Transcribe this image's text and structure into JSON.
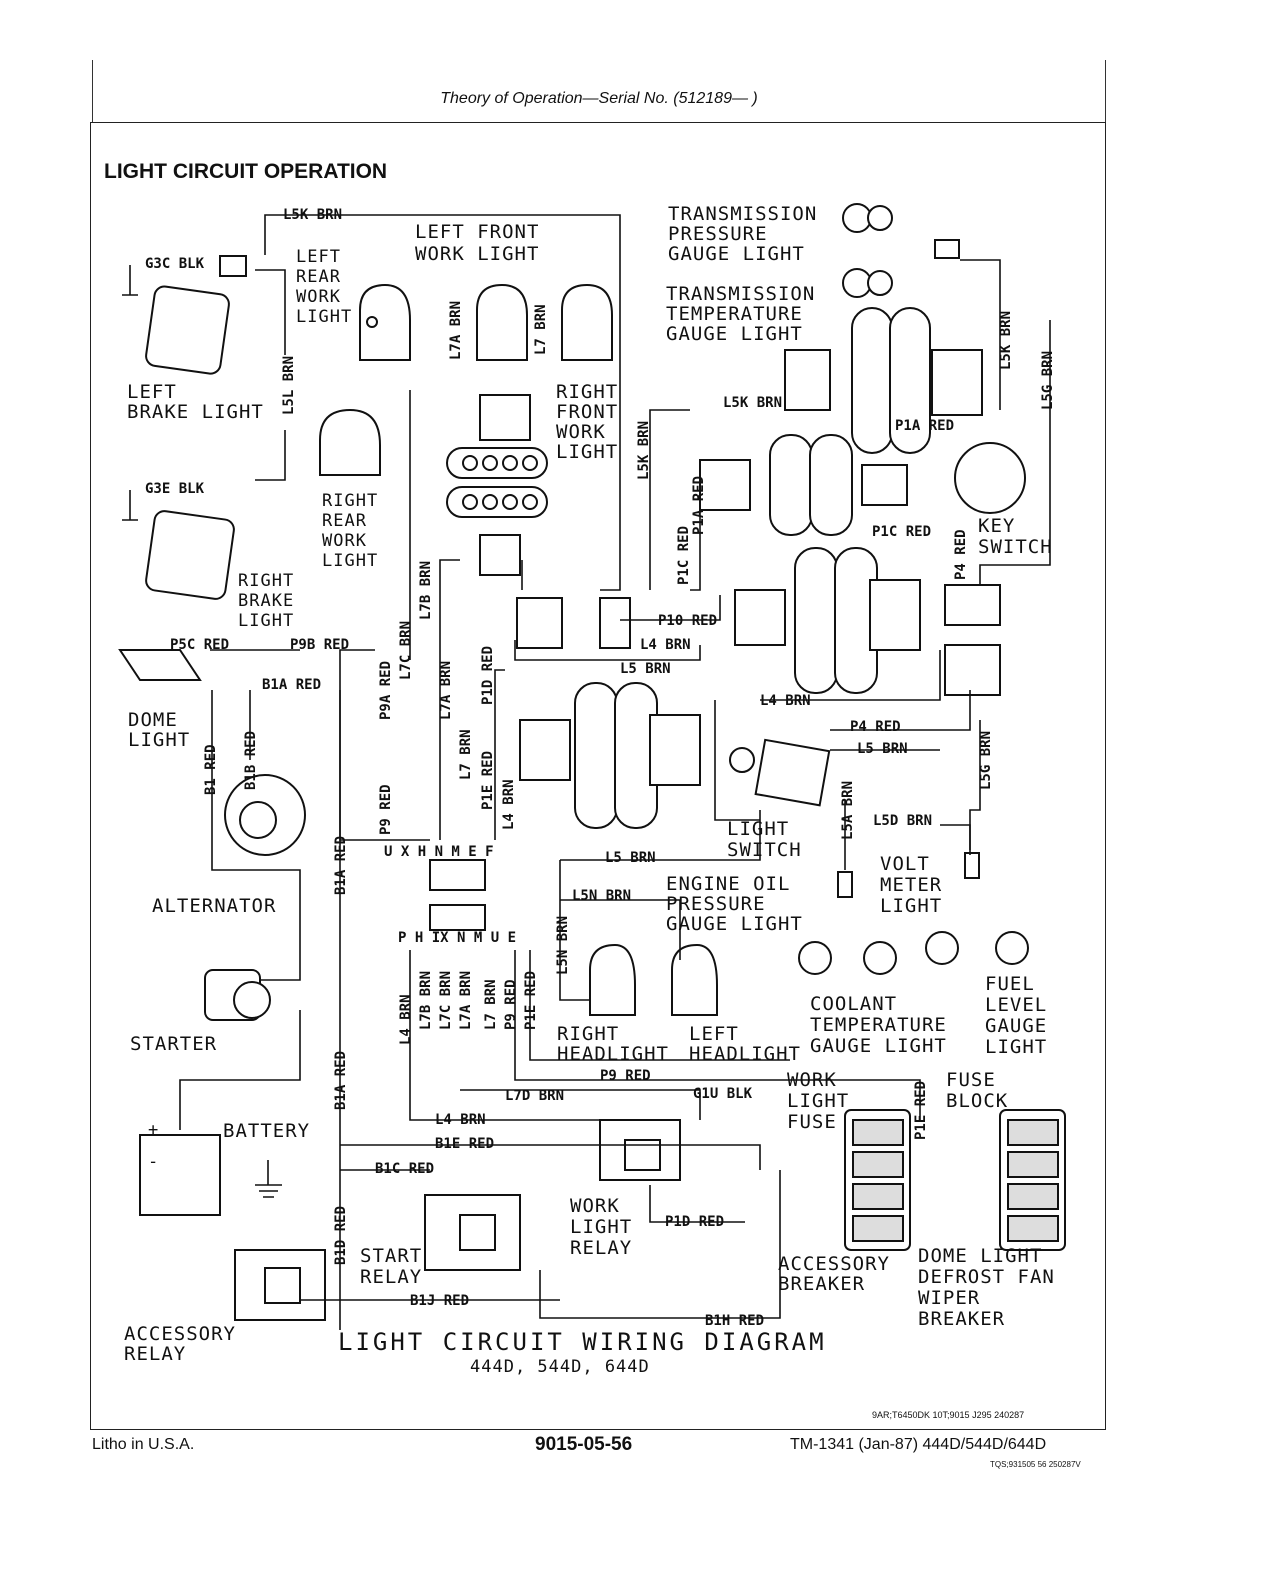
{
  "header": {
    "text": "Theory of Operation—Serial No. (512189—          )"
  },
  "section_title": "LIGHT CIRCUIT OPERATION",
  "diagram_title": "LIGHT CIRCUIT WIRING DIAGRAM",
  "diagram_models": "444D, 544D, 644D",
  "frame_code": "9AR;T6450DK 10T;9015 J295 240287",
  "footer": {
    "left": "Litho in U.S.A.",
    "center": "9015-05-56",
    "right": "TM-1341 (Jan-87) 444D/544D/644D",
    "tiny": "TQS;931505 56 250287V"
  },
  "components": {
    "left_brake_light": [
      "LEFT",
      "BRAKE LIGHT"
    ],
    "left_rear_work_light": [
      "LEFT",
      "REAR",
      "WORK",
      "LIGHT"
    ],
    "left_front_work_light": [
      "LEFT FRONT",
      "WORK LIGHT"
    ],
    "right_front_work_light": [
      "RIGHT",
      "FRONT",
      "WORK",
      "LIGHT"
    ],
    "right_rear_work_light": [
      "RIGHT",
      "REAR",
      "WORK",
      "LIGHT"
    ],
    "right_brake_light": [
      "RIGHT",
      "BRAKE",
      "LIGHT"
    ],
    "dome_light": [
      "DOME",
      "LIGHT"
    ],
    "alternator": "ALTERNATOR",
    "starter": "STARTER",
    "battery": "BATTERY",
    "start_relay": [
      "START",
      "RELAY"
    ],
    "accessory_relay": [
      "ACCESSORY",
      "RELAY"
    ],
    "work_light_relay": [
      "WORK",
      "LIGHT",
      "RELAY"
    ],
    "work_light_fuse": [
      "WORK",
      "LIGHT",
      "FUSE"
    ],
    "accessory_breaker": [
      "ACCESSORY",
      "BREAKER"
    ],
    "fuse_block": [
      "FUSE",
      "BLOCK"
    ],
    "dome_light_defrost": [
      "DOME LIGHT",
      "DEFROST FAN",
      "WIPER",
      "BREAKER"
    ],
    "transmission_pressure": [
      "TRANSMISSION",
      "PRESSURE",
      "GAUGE LIGHT"
    ],
    "transmission_temperature": [
      "TRANSMISSION",
      "TEMPERATURE",
      "GAUGE LIGHT"
    ],
    "key_switch": [
      "KEY",
      "SWITCH"
    ],
    "light_switch": [
      "LIGHT",
      "SWITCH"
    ],
    "engine_oil": [
      "ENGINE OIL",
      "PRESSURE",
      "GAUGE LIGHT"
    ],
    "volt_meter": [
      "VOLT",
      "METER",
      "LIGHT"
    ],
    "coolant": [
      "COOLANT",
      "TEMPERATURE",
      "GAUGE LIGHT"
    ],
    "fuel_level": [
      "FUEL",
      "LEVEL",
      "GAUGE",
      "LIGHT"
    ],
    "right_headlight": [
      "RIGHT",
      "HEADLIGHT"
    ],
    "left_headlight": [
      "LEFT",
      "HEADLIGHT"
    ]
  },
  "wires": {
    "L5K_BRN": "L5K BRN",
    "G3C_BLK": "G3C BLK",
    "G3E_BLK": "G3E BLK",
    "L5L_BRN": "L5L BRN",
    "L7A_BRN": "L7A BRN",
    "L7_BRN": "L7 BRN",
    "L7B_BRN": "L7B BRN",
    "L7C_BRN": "L7C BRN",
    "P5C_RED": "P5C RED",
    "P9B_RED": "P9B RED",
    "B1A_RED": "B1A RED",
    "B1_RED": "B1 RED",
    "B1B_RED": "B1B RED",
    "P9A_RED": "P9A RED",
    "P9_RED": "P9 RED",
    "P1D_RED": "P1D RED",
    "P1E_RED": "P1E RED",
    "L4_BRN": "L4 BRN",
    "L5_BRN": "L5 BRN",
    "P1C_RED": "P1C RED",
    "P1A_RED": "P1A RED",
    "P10_RED": "P10 RED",
    "P4_RED": "P4 RED",
    "L5A_BRN": "L5A BRN",
    "L5D_BRN": "L5D BRN",
    "L5G_BRN": "L5G BRN",
    "L5N_BRN": "L5N BRN",
    "L7D_BRN": "L7D BRN",
    "G1U_BLK": "G1U BLK",
    "B1E_RED": "B1E RED",
    "B1C_RED": "B1C RED",
    "B1D_RED": "B1D RED",
    "B1J_RED": "B1J RED",
    "B1H_RED": "B1H RED",
    "P1E_RED_R": "P1E RED",
    "pin_row_top": "U X  H  N  M E F",
    "pin_row_bottom": "P  H IX N  M U E"
  }
}
